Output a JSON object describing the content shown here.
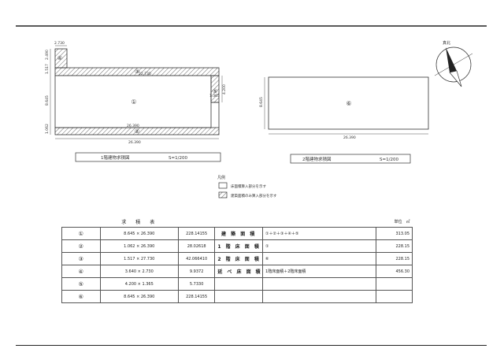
{
  "plan1": {
    "dims": {
      "top_small": "2.730",
      "left_small": "2.490",
      "left_mid": "1.517",
      "left_main": "8.645",
      "left_bottom": "1.062",
      "top_long": "22.730",
      "inner_bottom": "26.390",
      "bottom": "26.390",
      "right_a": "1.365",
      "right_b": "4.200"
    },
    "labels": {
      "r1": "①",
      "r2": "②",
      "r3": "③",
      "r4": "④",
      "r5": "⑤"
    },
    "caption_left": "1階建物求積図",
    "caption_right": "S=1/200"
  },
  "plan2": {
    "dims": {
      "left": "8.645",
      "bottom": "26.390"
    },
    "labels": {
      "r6": "⑥"
    },
    "caption_left": "2階建物求積図",
    "caption_right": "S=1/200"
  },
  "north": {
    "label": "真北"
  },
  "legend": {
    "title": "凡例",
    "item1": "床面積算入部分を示す",
    "item2": "建築面積のみ算入部分を示す"
  },
  "table": {
    "header_title": "求　積　表",
    "unit": "単位　㎡",
    "rows": [
      {
        "no": "①",
        "calc": "8.645 × 26.390",
        "value": "228.14155",
        "cat": "建 築 面 積",
        "formula": "①＋②＋③＋④＋⑤",
        "total": "313.05"
      },
      {
        "no": "②",
        "calc": "1.062 × 26.390",
        "value": "28.02618",
        "cat": "1 階 床 面 積",
        "formula": "①",
        "total": "228.15"
      },
      {
        "no": "③",
        "calc": "1.517 × 27.730",
        "value": "42.066410",
        "cat": "2 階 床 面 積",
        "formula": "⑥",
        "total": "228.15"
      },
      {
        "no": "④",
        "calc": "3.640 × 2.730",
        "value": "9.9372",
        "cat": "延 べ 床 面 積",
        "formula": "1階床面積＋2階床面積",
        "total": "456.30"
      },
      {
        "no": "⑤",
        "calc": "4.200 × 1.365",
        "value": "5.7330",
        "cat": "",
        "formula": "",
        "total": ""
      },
      {
        "no": "⑥",
        "calc": "8.645 × 26.390",
        "value": "228.14155",
        "cat": "",
        "formula": "",
        "total": ""
      }
    ]
  }
}
